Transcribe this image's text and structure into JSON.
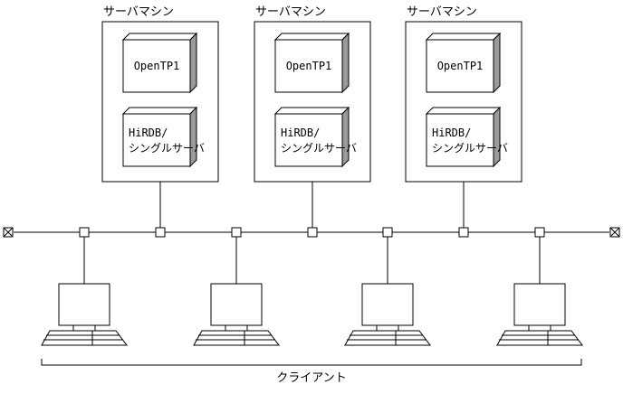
{
  "servers": [
    {
      "title": "サーバマシン",
      "components": [
        "OpenTP1",
        "HiRDB/\nシングルサーバ"
      ]
    },
    {
      "title": "サーバマシン",
      "components": [
        "OpenTP1",
        "HiRDB/\nシングルサーバ"
      ]
    },
    {
      "title": "サーバマシン",
      "components": [
        "OpenTP1",
        "HiRDB/\nシングルサーバ"
      ]
    }
  ],
  "clients": {
    "count": 4,
    "label": "クライアント"
  },
  "network": {
    "terminators": 2
  }
}
